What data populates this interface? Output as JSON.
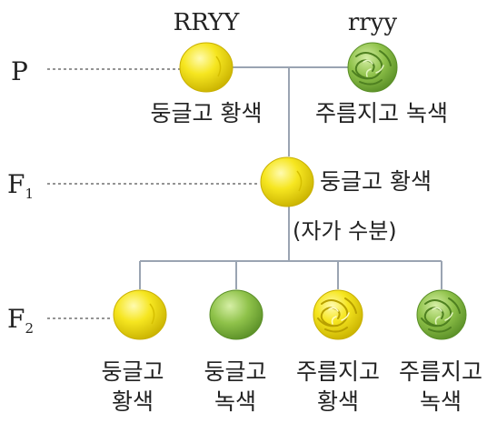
{
  "parent": {
    "generation_label": "P",
    "left": {
      "genotype": "RRYY",
      "phenotype": "둥글고 황색"
    },
    "right": {
      "genotype": "rryy",
      "phenotype": "주름지고 녹색"
    }
  },
  "f1": {
    "generation_label": "F",
    "generation_subscript": "1",
    "phenotype": "둥글고 황색",
    "process": "(자가 수분)"
  },
  "f2": {
    "generation_label": "F",
    "generation_subscript": "2",
    "offspring": [
      {
        "line1": "둥글고",
        "line2": "황색",
        "shape": "round",
        "color": "yellow"
      },
      {
        "line1": "둥글고",
        "line2": "녹색",
        "shape": "round",
        "color": "green"
      },
      {
        "line1": "주름지고",
        "line2": "황색",
        "shape": "wrinkled",
        "color": "yellow"
      },
      {
        "line1": "주름지고",
        "line2": "녹색",
        "shape": "wrinkled",
        "color": "green"
      }
    ]
  },
  "colors": {
    "yellow": "#f2e21a",
    "yellow_dark": "#cdb800",
    "green": "#8fc24a",
    "green_dark": "#5f9a2a",
    "line": "#9aa4b2",
    "dash": "#555555"
  }
}
